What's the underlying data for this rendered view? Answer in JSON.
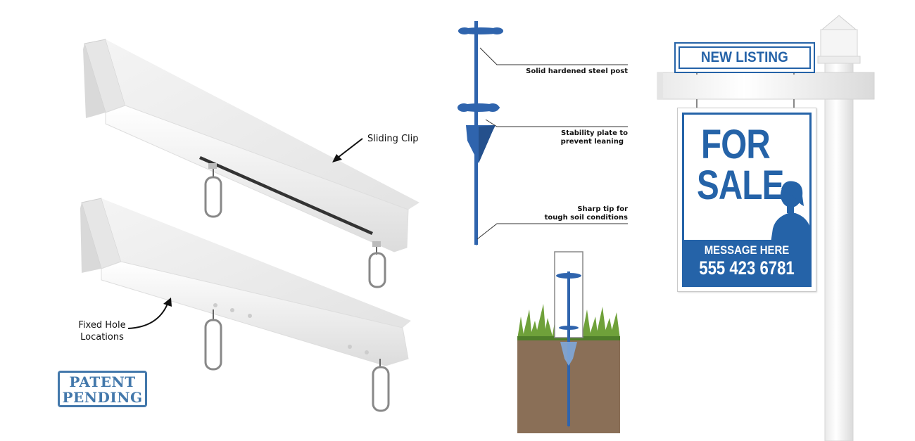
{
  "callouts": {
    "sliding_clip": "Sliding Clip",
    "fixed_hole_1": "Fixed Hole",
    "fixed_hole_2": "Locations",
    "steel_post": "Solid hardened steel post",
    "stability_1": "Stability plate to",
    "stability_2": "prevent leaning",
    "tip_1": "Sharp tip for",
    "tip_2": "tough soil conditions"
  },
  "stamp": {
    "line1": "PATENT",
    "line2": "PENDING"
  },
  "sign": {
    "rider_text": "NEW LISTING",
    "for_text": "FOR",
    "sale_text": "SALE",
    "message": "MESSAGE HERE",
    "phone": "555 423 6781"
  },
  "colors": {
    "brand_blue": "#2563a8",
    "stake_blue": "#2f64ad",
    "soil": "#8a6f57",
    "grass": "#6fa13a"
  }
}
